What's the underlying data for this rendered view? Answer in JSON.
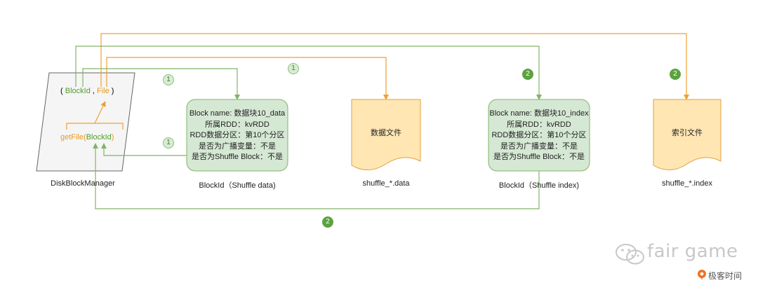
{
  "manager": {
    "tuple_open": "(",
    "tuple_blockid": "BlockId",
    "tuple_comma": ",",
    "tuple_file": "File",
    "tuple_close": ")",
    "getfile_fn": "getFile(",
    "getfile_arg": "BlockId",
    "getfile_close": ")",
    "label": "DiskBlockManager"
  },
  "blockid_data": {
    "lines": [
      "Block name: 数据块10_data",
      "所属RDD：kvRDD",
      "RDD数据分区：第10个分区",
      "是否为广播变量：不是",
      "是否为Shuffle Block：不是"
    ],
    "label": "BlockId（Shuffle data)"
  },
  "data_file": {
    "text": "数据文件",
    "label": "shuffle_*.data"
  },
  "blockid_index": {
    "lines": [
      "Block name: 数据块10_index",
      "所属RDD：kvRDD",
      "RDD数据分区：第10个分区",
      "是否为广播变量：不是",
      "是否为Shuffle Block：不是"
    ],
    "label": "BlockId（Shuffle index)"
  },
  "index_file": {
    "text": "索引文件",
    "label": "shuffle_*.index"
  },
  "badges": {
    "one": "1",
    "two": "2"
  },
  "watermark": {
    "text": "fair game",
    "brand": "极客时间"
  },
  "colors": {
    "green_line": "#82b366",
    "orange_line": "#f0a030",
    "green_fill": "#d5e8d4",
    "orange_fill": "#ffe6b3"
  }
}
